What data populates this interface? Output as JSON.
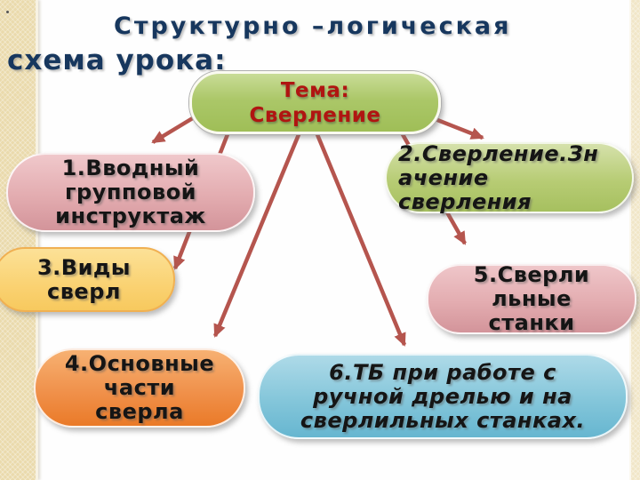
{
  "slide": {
    "title_line1": "Структурно –логическая",
    "title_line2": "схема урока:"
  },
  "diagram": {
    "topic": {
      "text": "Тема:\nСверление",
      "fill": "#A7C363",
      "text_color": "#B01511"
    },
    "nodes": [
      {
        "id": "node-1",
        "text": "1.Вводный\nгрупповой\nинструктаж",
        "fill": "#E3ACB0"
      },
      {
        "id": "node-2",
        "text": "2.Сверление.Зн\nачение\nсверления",
        "fill": "#B7CC74"
      },
      {
        "id": "node-3",
        "text": "3.Виды\nсверл",
        "fill": "#FAD272"
      },
      {
        "id": "node-4",
        "text": "4.Основные\nчасти\nсверла",
        "fill": "#F0914B"
      },
      {
        "id": "node-5",
        "text": "5.Сверли\nльные\nстанки",
        "fill": "#E3ACB0"
      },
      {
        "id": "node-6",
        "text": "6.ТБ при работе с\nручной дрелью и на\nсверлильных станках.",
        "fill": "#84C6DA"
      }
    ],
    "connections": [
      {
        "from": "topic",
        "to": "node-1"
      },
      {
        "from": "topic",
        "to": "node-2"
      },
      {
        "from": "topic",
        "to": "node-3"
      },
      {
        "from": "topic",
        "to": "node-4"
      },
      {
        "from": "topic",
        "to": "node-5"
      },
      {
        "from": "topic",
        "to": "node-6"
      }
    ],
    "palette": {
      "title_color": "#17375E",
      "arrow_color": "#B5554E",
      "stripe_color": "#EADAAC",
      "node_text_color": "#151515"
    }
  }
}
